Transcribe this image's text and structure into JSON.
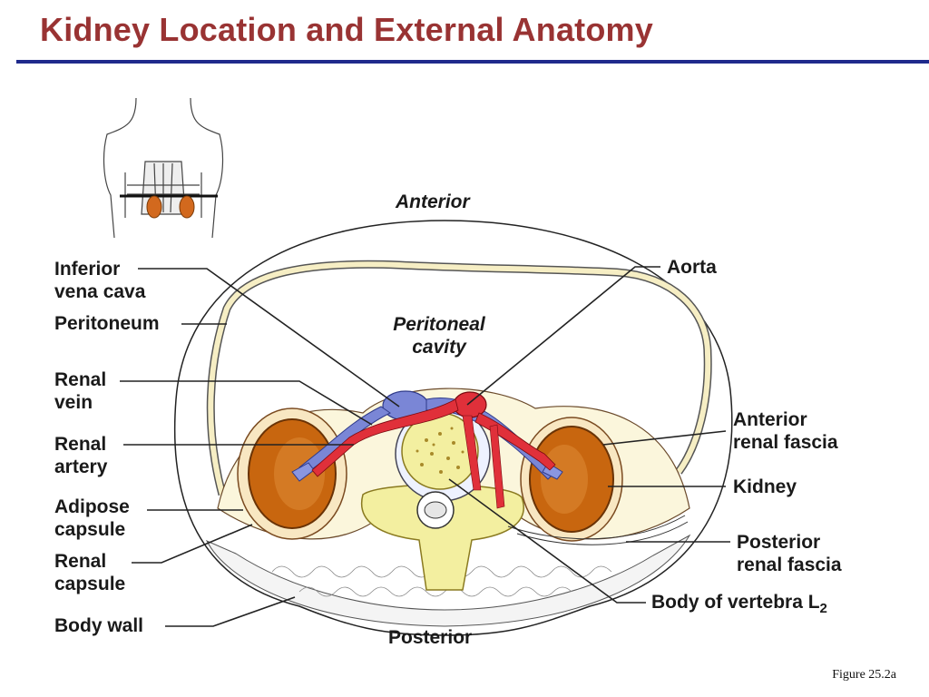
{
  "title": "Kidney Location and External Anatomy",
  "figure_caption": "Figure 25.2a",
  "labels": {
    "anterior": "Anterior",
    "posterior": "Posterior",
    "peritoneal_cavity_1": "Peritoneal",
    "peritoneal_cavity_2": "cavity",
    "ivc_1": "Inferior",
    "ivc_2": "vena cava",
    "peritoneum": "Peritoneum",
    "renal_vein_1": "Renal",
    "renal_vein_2": "vein",
    "renal_artery_1": "Renal",
    "renal_artery_2": "artery",
    "adipose_1": "Adipose",
    "adipose_2": "capsule",
    "renal_capsule_1": "Renal",
    "renal_capsule_2": "capsule",
    "body_wall": "Body wall",
    "aorta": "Aorta",
    "ant_fascia_1": "Anterior",
    "ant_fascia_2": "renal fascia",
    "kidney": "Kidney",
    "post_fascia_1": "Posterior",
    "post_fascia_2": "renal fascia",
    "vertebra": "Body of vertebra L",
    "vertebra_sub": "2"
  },
  "colors": {
    "title": "#993333",
    "rule": "#1f2a8c",
    "kidney": "#c8660f",
    "vein": "#7a86d6",
    "artery": "#e0303a",
    "vertebra": "#f3efa0",
    "fascia": "#f6eec4"
  }
}
